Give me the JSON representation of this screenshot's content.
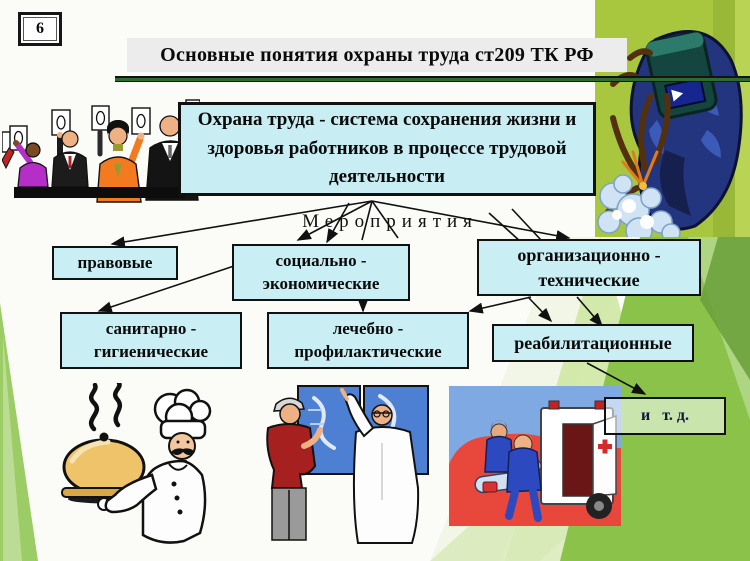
{
  "slide": {
    "number": "6",
    "title": "Основные понятия охраны труда ст209 ТК РФ"
  },
  "definition": {
    "text": "Охрана труда - система сохранения жизни и здоровья работников в процессе трудовой деятельности"
  },
  "diagram": {
    "root": "Мероприятия",
    "categories": [
      {
        "line1": "правовые"
      },
      {
        "line1": "социально -",
        "line2": "экономические"
      },
      {
        "line1": "организационно -",
        "line2": "технические"
      },
      {
        "line1": "санитарно -",
        "line2": "гигиенические"
      },
      {
        "line1": "лечебно -",
        "line2": "профилактические"
      },
      {
        "line1": "реабилитационные"
      },
      {
        "line1": "и   т. д."
      }
    ]
  },
  "illustrations": {
    "audience": "people-raising-zero-scorecards",
    "scorecard_digit": "0",
    "welder": "welder-with-sparks",
    "chef": "chef-with-covered-dish",
    "doctor": "doctor-showing-xray-to-patient",
    "ambulance": "paramedics-loading-ambulance"
  },
  "colors": {
    "box_fill": "#c9eff4",
    "box_border": "#111111",
    "title_bg": "#ececec",
    "rule_green": "#2e6b2e",
    "accent_green": "#8bc34a"
  }
}
